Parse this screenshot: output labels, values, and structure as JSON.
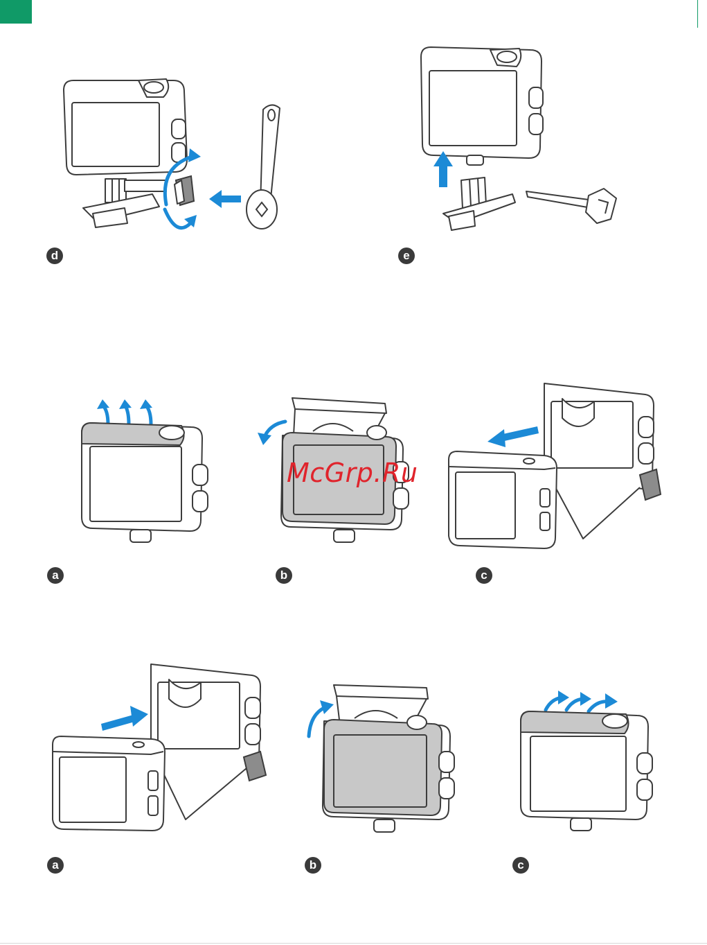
{
  "colors": {
    "accent_green": "#109a67",
    "arrow_blue": "#1c8ad6",
    "outline": "#3c3c3c",
    "shade_gray": "#c8c8c8",
    "watermark_red": "#e0242c"
  },
  "watermark": "McGrp.Ru",
  "steps": {
    "top_left": "d",
    "top_right": "e",
    "mid_a": "a",
    "mid_b": "b",
    "mid_c": "c",
    "bot_a": "a",
    "bot_b": "b",
    "bot_c": "c"
  },
  "icons": {
    "rotate_arrows": "rotate-arrows-icon",
    "straight_arrow": "arrow-icon",
    "curved_arrow": "curved-arrow-icon"
  }
}
